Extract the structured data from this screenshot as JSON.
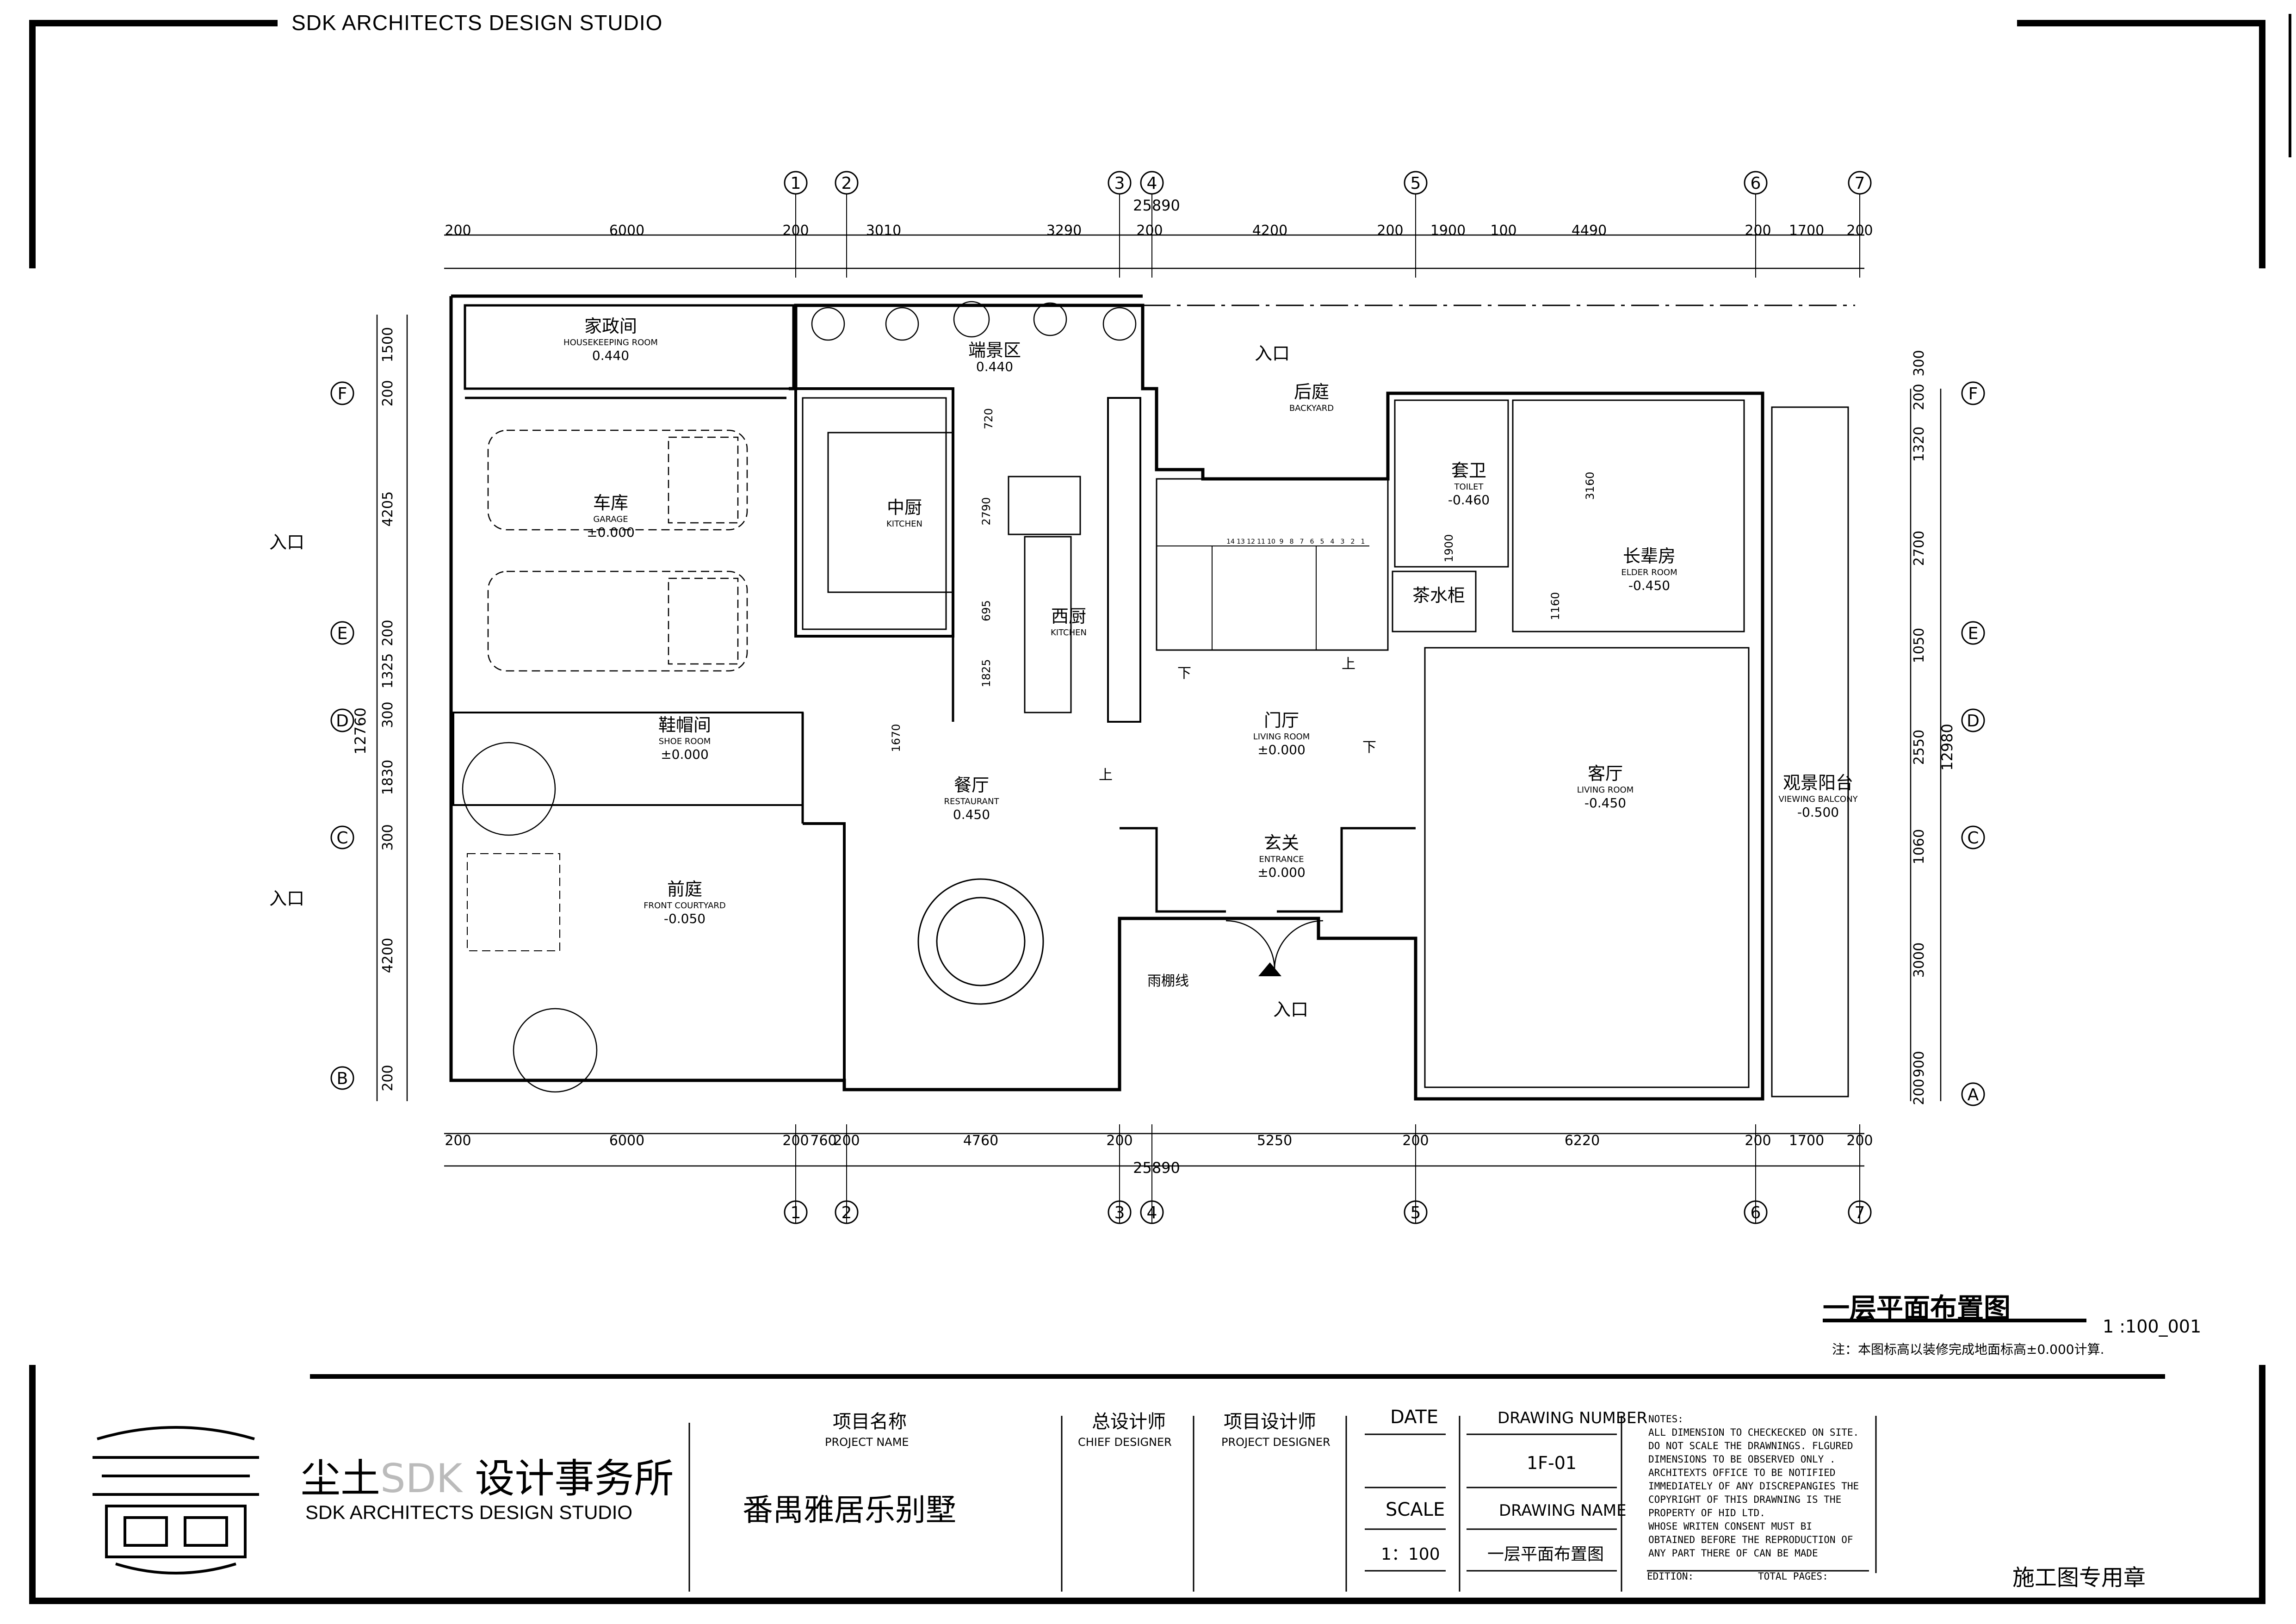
{
  "studio_header": "SDK ARCHITECTS DESIGN STUDIO",
  "drawing_title": "一层平面布置图",
  "scale_label": "1 :100_001",
  "note": "注：本图标高以装修完成地面标高±0.000计算.",
  "grid_axes": {
    "columns": [
      "1",
      "2",
      "3",
      "4",
      "5",
      "6",
      "7"
    ],
    "rows": [
      "F",
      "E",
      "D",
      "C",
      "B",
      "A"
    ]
  },
  "dimensions": {
    "top_total": "25890",
    "top_segments": [
      "200",
      "6000",
      "200",
      "3010",
      "3290",
      "200",
      "4200",
      "200",
      "1900",
      "100",
      "4490",
      "200",
      "1700",
      "200"
    ],
    "bottom_total": "25890",
    "bottom_segments": [
      "200",
      "6000",
      "200",
      "760",
      "200",
      "4760",
      "200",
      "5250",
      "200",
      "6220",
      "200",
      "1700",
      "200"
    ],
    "left_total": "12760",
    "left_segments": [
      "1500",
      "200",
      "4205",
      "200",
      "1325",
      "300",
      "1830",
      "300",
      "4200",
      "200"
    ],
    "right_total": "12980",
    "right_segments": [
      "300",
      "200",
      "1320",
      "2700",
      "1050",
      "2550",
      "1060",
      "3000",
      "900",
      "200"
    ],
    "interior": [
      "720",
      "2790",
      "695",
      "1825",
      "1670",
      "3160",
      "1900",
      "1160"
    ]
  },
  "rooms": [
    {
      "cn": "家政间",
      "en": "HOUSEKEEPING ROOM",
      "level": "0.440"
    },
    {
      "cn": "端景区",
      "en": "",
      "level": "0.440"
    },
    {
      "cn": "后庭",
      "en": "BACKYARD",
      "level": ""
    },
    {
      "cn": "车库",
      "en": "GARAGE",
      "level": "±0.000"
    },
    {
      "cn": "中厨",
      "en": "KITCHEN",
      "level": ""
    },
    {
      "cn": "西厨",
      "en": "KITCHEN",
      "level": ""
    },
    {
      "cn": "套卫",
      "en": "TOILET",
      "level": "-0.460"
    },
    {
      "cn": "长辈房",
      "en": "ELDER ROOM",
      "level": "-0.450"
    },
    {
      "cn": "茶水柜",
      "en": "",
      "level": ""
    },
    {
      "cn": "鞋帽间",
      "en": "SHOE ROOM",
      "level": "±0.000"
    },
    {
      "cn": "门厅",
      "en": "LIVING ROOM",
      "level": "±0.000"
    },
    {
      "cn": "餐厅",
      "en": "RESTAURANT",
      "level": "0.450"
    },
    {
      "cn": "客厅",
      "en": "LIVING ROOM",
      "level": "-0.450"
    },
    {
      "cn": "观景阳台",
      "en": "VIEWING BALCONY",
      "level": "-0.500"
    },
    {
      "cn": "玄关",
      "en": "ENTRANCE",
      "level": "±0.000"
    },
    {
      "cn": "前庭",
      "en": "FRONT COURTYARD",
      "level": "-0.050"
    }
  ],
  "plan_labels": {
    "entry_in": "入口",
    "canopy_line": "雨棚线",
    "up": "上",
    "down": "下",
    "stair_numbers": [
      "14",
      "13",
      "12",
      "11",
      "10",
      "9",
      "8",
      "7",
      "6",
      "5",
      "4",
      "3",
      "2",
      "1"
    ]
  },
  "title_block": {
    "studio_cn_prefix": "尘土",
    "studio_cn_sdk": "SDK",
    "studio_cn_suffix": " 设计事务所",
    "studio_en": "SDK ARCHITECTS DESIGN STUDIO",
    "project_name_label": "项目名称",
    "project_name_label_en": "PROJECT NAME",
    "project_name": "番禺雅居乐别墅",
    "chief_designer_label": "总设计师",
    "chief_designer_label_en": "CHIEF DESIGNER",
    "project_designer_label": "项目设计师",
    "project_designer_label_en": "PROJECT DESIGNER",
    "date_label": "DATE",
    "scale_label": "SCALE",
    "scale_value": "1：100",
    "drawing_number_label": "DRAWING NUMBER",
    "drawing_number": "1F-01",
    "drawing_name_label": "DRAWING NAME",
    "drawing_name": "一层平面布置图",
    "notes": [
      "NOTES:",
      "ALL DIMENSION TO CHECKECKED ON SITE.",
      "DO NOT SCALE THE DRAWNINGS. FLGURED",
      "DIMENSIONS TO BE OBSERVED ONLY .",
      "ARCHITEXTS OFFICE TO BE NOTIFIED",
      "IMMEDIATELY OF ANY DISCREPANGIES THE",
      "COPYRIGHT OF THIS DRAWNING IS THE",
      "PROPERTY OF HID LTD.",
      "WHOSE WRITEN CONSENT MUST BI",
      "OBTAINED BEFORE THE REPRODUCTION OF",
      "ANY PART THERE OF CAN BE MADE"
    ],
    "edition_label": "EDITION:",
    "total_pages_label": "TOTAL PAGES:",
    "stamp_label": "施工图专用章"
  }
}
